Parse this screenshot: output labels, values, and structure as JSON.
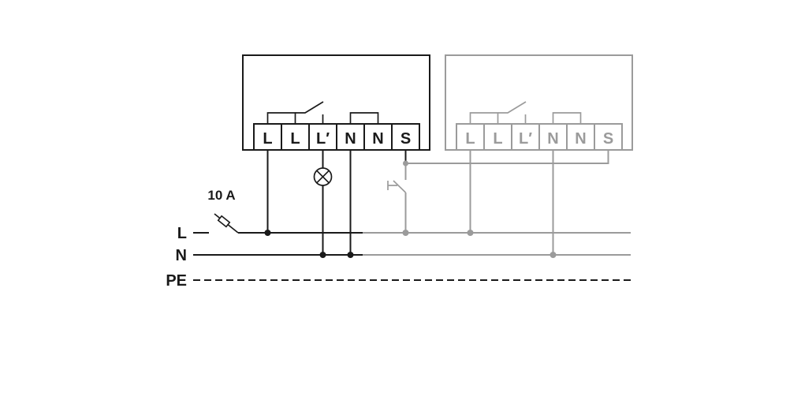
{
  "colors": {
    "primary": "#1a1a1a",
    "secondary": "#9b9b9b",
    "background": "#ffffff"
  },
  "fuse": {
    "label": "10 A",
    "icon": "fuse-switch-icon"
  },
  "bus": {
    "l_label": "L",
    "n_label": "N",
    "pe_label": "PE"
  },
  "devices": {
    "black": {
      "terminals": [
        "L",
        "L",
        "L′",
        "N",
        "N",
        "S"
      ]
    },
    "gray": {
      "terminals": [
        "L",
        "L",
        "L′",
        "N",
        "N",
        "S"
      ]
    }
  },
  "symbols": {
    "lamp": "lamp-icon",
    "push_button": "push-button-icon",
    "relay_contact": "relay-contact-icon"
  }
}
